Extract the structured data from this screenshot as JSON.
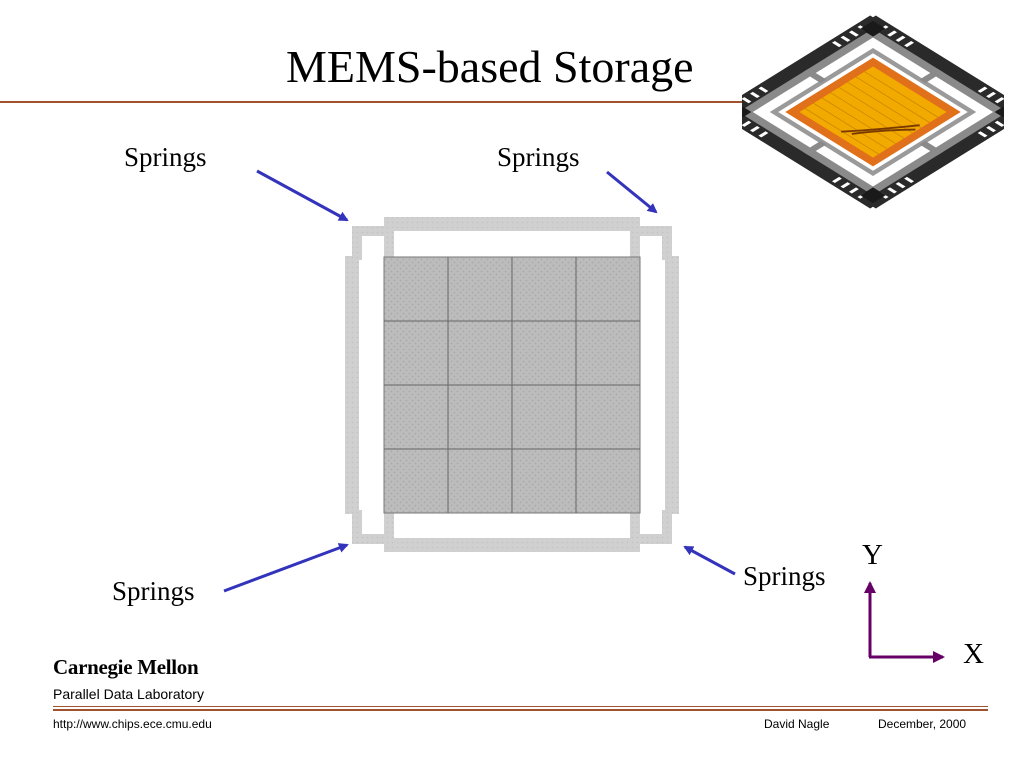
{
  "slide": {
    "title": "MEMS-based Storage",
    "labels": {
      "springs_top_left": "Springs",
      "springs_top_right": "Springs",
      "springs_bottom_left": "Springs",
      "springs_bottom_right": "Springs"
    },
    "axes": {
      "y": "Y",
      "x": "X"
    },
    "colors": {
      "title_rule": "#a0522d",
      "arrow": "#3333bb",
      "axis": "#660066",
      "frame": "#cccccc",
      "media": "#bbbbbb",
      "chip_gold": "#f2a900"
    }
  },
  "footer": {
    "logo": "Carnegie Mellon",
    "lab": "Parallel Data Laboratory",
    "url": "http://www.chips.ece.cmu.edu",
    "author": "David Nagle",
    "date": "December, 2000"
  }
}
